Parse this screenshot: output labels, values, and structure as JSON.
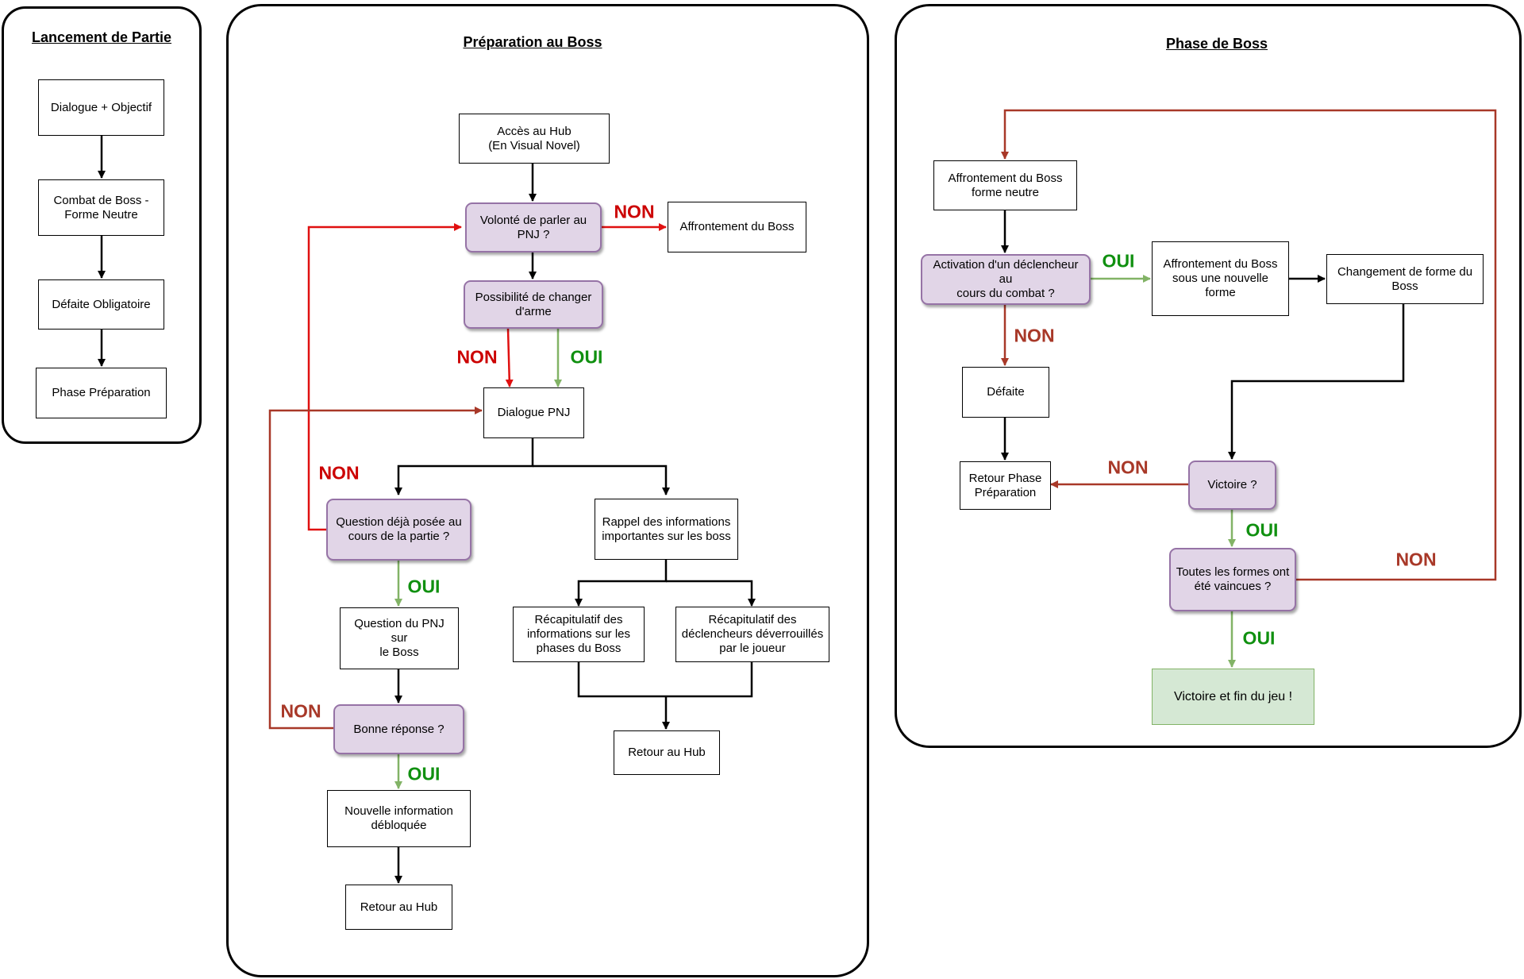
{
  "groups": {
    "launch": {
      "title": "Lancement de Partie"
    },
    "prep": {
      "title": "Préparation au Boss"
    },
    "boss": {
      "title": "Phase de Boss"
    }
  },
  "nodes": {
    "dialogue_objectif": "Dialogue + Objectif",
    "combat_neutre": "Combat de Boss -\nForme Neutre",
    "defaite_obligatoire": "Défaite Obligatoire",
    "phase_preparation": "Phase Préparation",
    "acces_hub": "Accès au Hub\n(En Visual Novel)",
    "volonte_parler": "Volonté de parler au\nPNJ ?",
    "affrontement_boss_prep": "Affrontement du Boss",
    "changer_arme": "Possibilité de changer\nd'arme",
    "dialogue_pnj": "Dialogue PNJ",
    "question_posee": "Question déjà posée au\ncours de la partie ?",
    "rappel_infos": "Rappel des informations\nimportantes sur les boss",
    "question_pnj": "Question du PNJ sur\nle Boss",
    "recap_phases": "Récapitulatif des\ninformations sur les\nphases du Boss",
    "recap_declencheurs": "Récapitulatif des\ndéclencheurs déverrouillés\npar le joueur",
    "bonne_reponse": "Bonne réponse ?",
    "retour_hub_1": "Retour au Hub",
    "nouvelle_info": "Nouvelle information\ndébloquée",
    "retour_hub_2": "Retour au Hub",
    "affrontement_neutre": "Affrontement du Boss\nforme neutre",
    "activation_declencheur": "Activation d'un déclencheur au\ncours du combat ?",
    "affrontement_nouvelle": "Affrontement du Boss\nsous une nouvelle forme",
    "changement_forme": "Changement de forme du\nBoss",
    "defaite": "Défaite",
    "retour_phase_prep": "Retour Phase\nPréparation",
    "victoire": "Victoire ?",
    "toutes_formes": "Toutes les formes ont\nété vaincues ?",
    "victoire_fin": "Victoire et fin du jeu !"
  },
  "labels": {
    "non_1": "NON",
    "non_2": "NON",
    "oui_1": "OUI",
    "non_3": "NON",
    "oui_2": "OUI",
    "non_4": "NON",
    "oui_3": "OUI",
    "oui_4": "OUI",
    "non_5": "NON",
    "non_6": "NON",
    "oui_5": "OUI",
    "non_7": "NON",
    "oui_6": "OUI"
  },
  "colors": {
    "black": "#000000",
    "red": "#e01010",
    "darkred": "#a83828",
    "green": "#82b366",
    "label_red": "#cc0000",
    "label_darkred": "#a83828",
    "label_green": "#109010"
  }
}
